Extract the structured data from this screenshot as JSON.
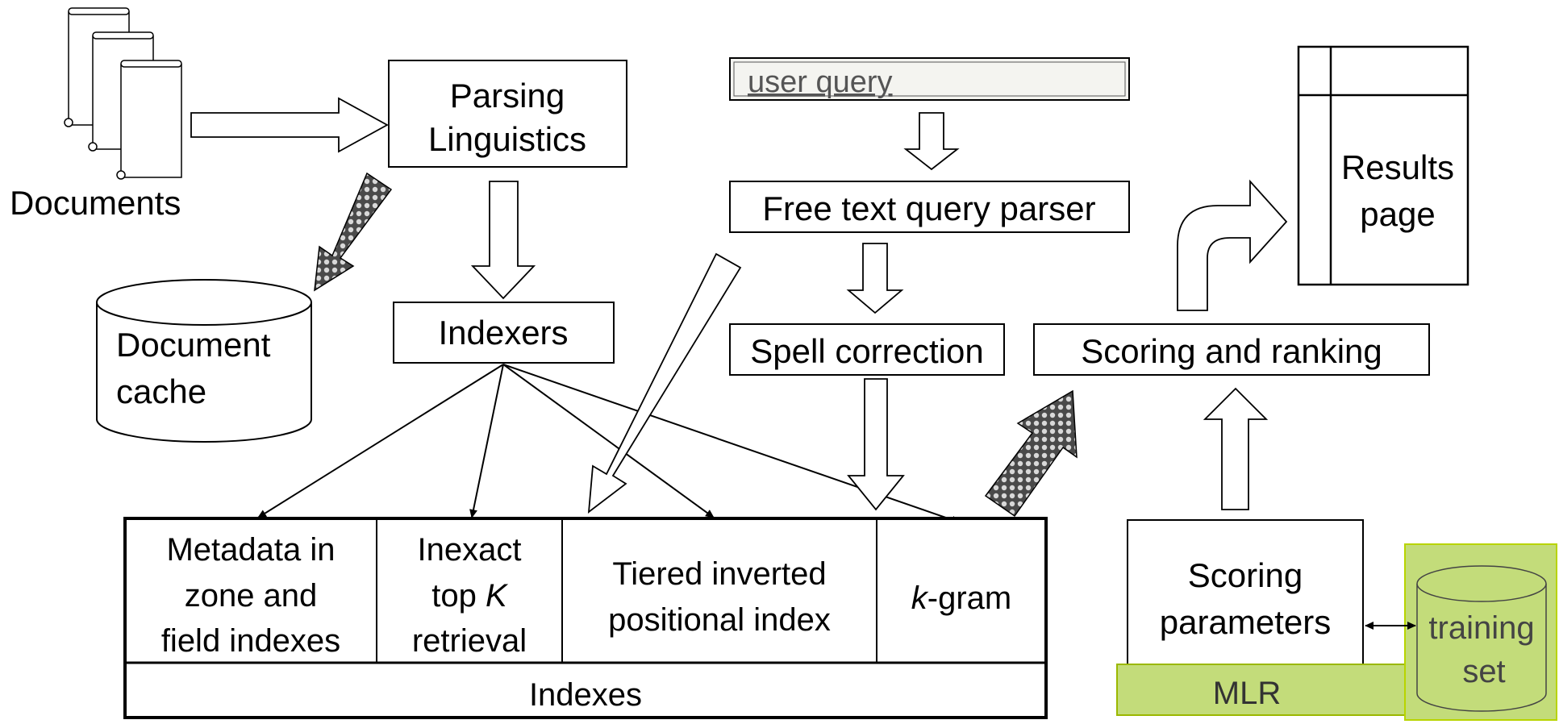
{
  "documents": {
    "label": "Documents"
  },
  "parsing": {
    "line1": "Parsing",
    "line2": "Linguistics"
  },
  "doc_cache": {
    "line1": "Document",
    "line2": "cache"
  },
  "indexers": {
    "label": "Indexers"
  },
  "user_query": {
    "label": "user query"
  },
  "free_text_parser": {
    "label": "Free text query parser"
  },
  "spell_correction": {
    "label": "Spell correction"
  },
  "scoring_ranking": {
    "label": "Scoring and ranking"
  },
  "results_page": {
    "line1": "Results",
    "line2": "page"
  },
  "indexes": {
    "label": "Indexes",
    "metadata": {
      "line1": "Metadata in",
      "line2": "zone and",
      "line3": "field indexes"
    },
    "inexact": {
      "line1": "Inexact",
      "line2a": "top ",
      "line2b": "K",
      "line3": "retrieval"
    },
    "tiered": {
      "line1": "Tiered inverted",
      "line2": "positional index"
    },
    "kgram": {
      "italic": "k",
      "rest": "-gram"
    }
  },
  "scoring_params": {
    "line1": "Scoring",
    "line2": "parameters"
  },
  "mlr": {
    "label": "MLR"
  },
  "training_set": {
    "line1": "training",
    "line2": "set"
  },
  "colors": {
    "highlight": "#c3dc7a",
    "highlight_border": "#b8d400",
    "stroke": "#000000"
  }
}
